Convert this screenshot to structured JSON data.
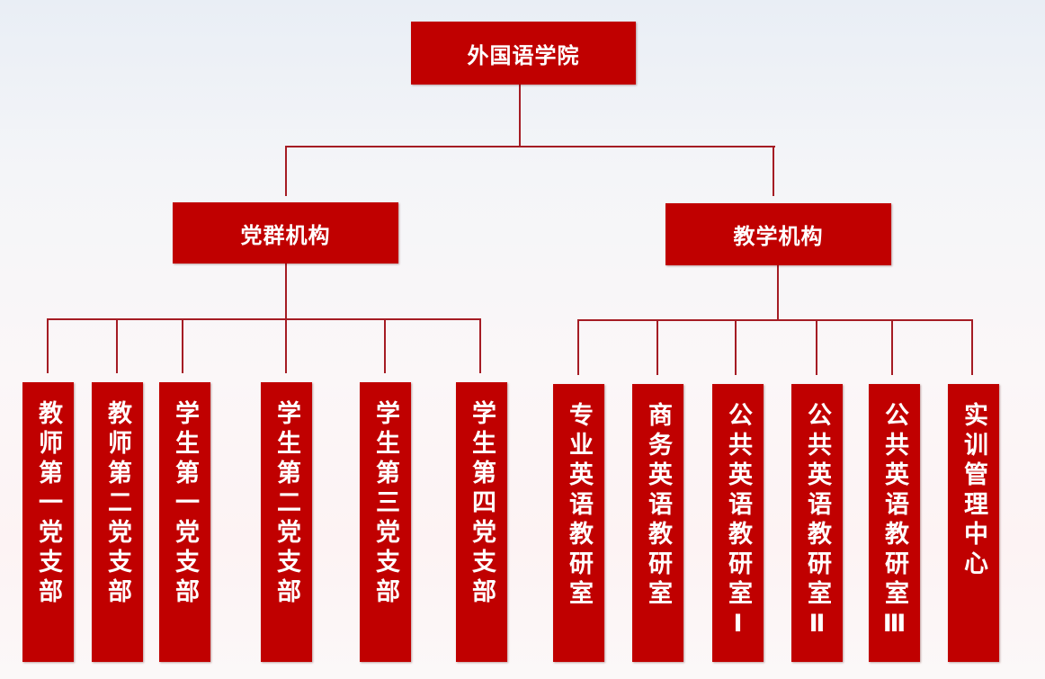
{
  "root": {
    "label": "外国语学院"
  },
  "groups": [
    {
      "label": "党群机构",
      "children": [
        "教师第一党支部",
        "教师第二党支部",
        "学生第一党支部",
        "学生第二党支部",
        "学生第三党支部",
        "学生第四党支部"
      ]
    },
    {
      "label": "教学机构",
      "children": [
        "专业英语教研室",
        "商务英语教研室",
        "公共英语教研室Ⅰ",
        "公共英语教研室Ⅱ",
        "公共英语教研室Ⅲ",
        "实训管理中心"
      ]
    }
  ],
  "colors": {
    "box": "#c00000",
    "line": "#a51c24"
  }
}
